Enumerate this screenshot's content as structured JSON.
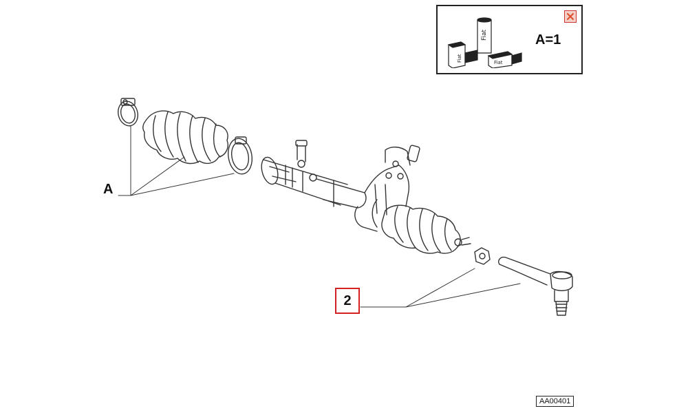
{
  "callouts": {
    "a_label": "A",
    "part_2_label": "2"
  },
  "legend": {
    "text": "A=1",
    "block_labels": [
      "Fiat",
      "Fiat",
      "Fiat"
    ]
  },
  "reference_code": "AA00401",
  "colors": {
    "highlight_border": "#d42020",
    "line_art": "#333333",
    "close_icon": "#e05030"
  },
  "icons": [
    "close-icon"
  ]
}
